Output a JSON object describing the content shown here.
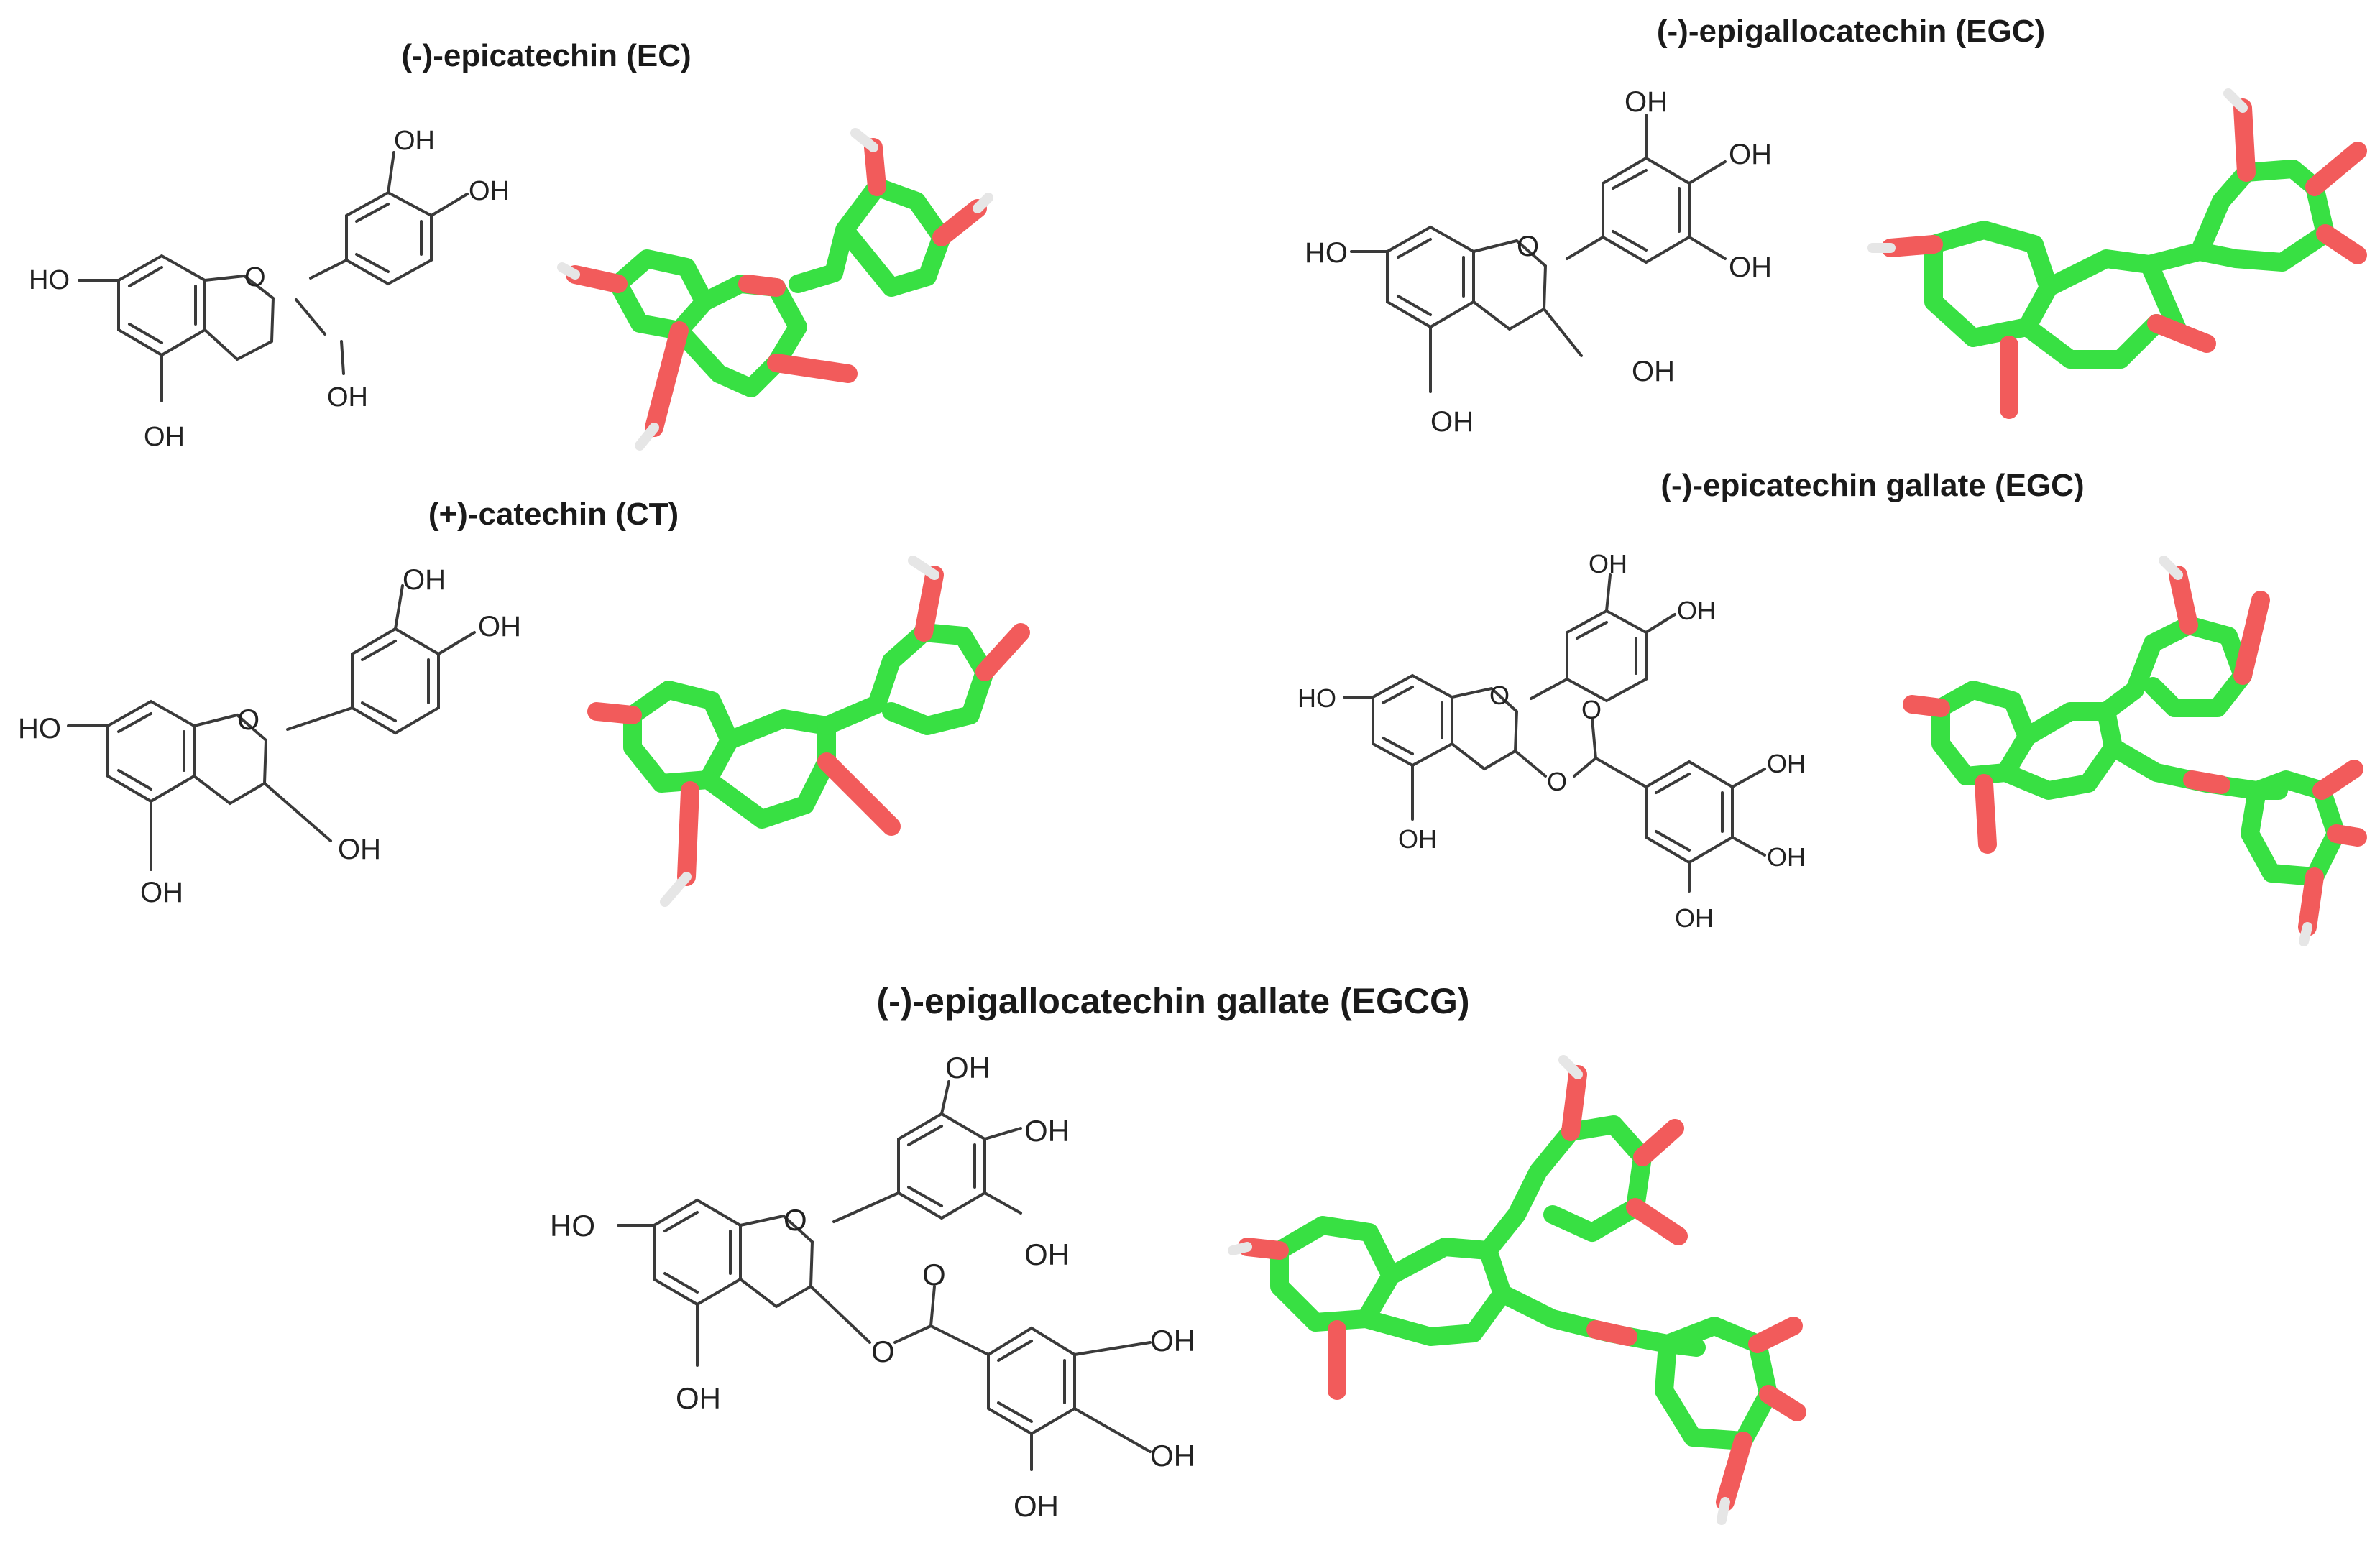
{
  "titles": {
    "ec": "(-)-epicatechin (EC)",
    "egc": "(-)-epigallocatechin (EGC)",
    "ct": "(+)-catechin (CT)",
    "ecg": "(-)-epicatechin gallate (EGC)",
    "egcg": "(-)-epigallocatechin gallate (EGCG)"
  },
  "atom_labels": {
    "oh": "OH",
    "ho": "HO",
    "o": "O"
  },
  "colors": {
    "carbon_stick": "#38e043",
    "oxygen_stick": "#f25b5b",
    "hydrogen_stick": "#e6e6e6",
    "skeletal_bond": "#3a3a3a"
  }
}
